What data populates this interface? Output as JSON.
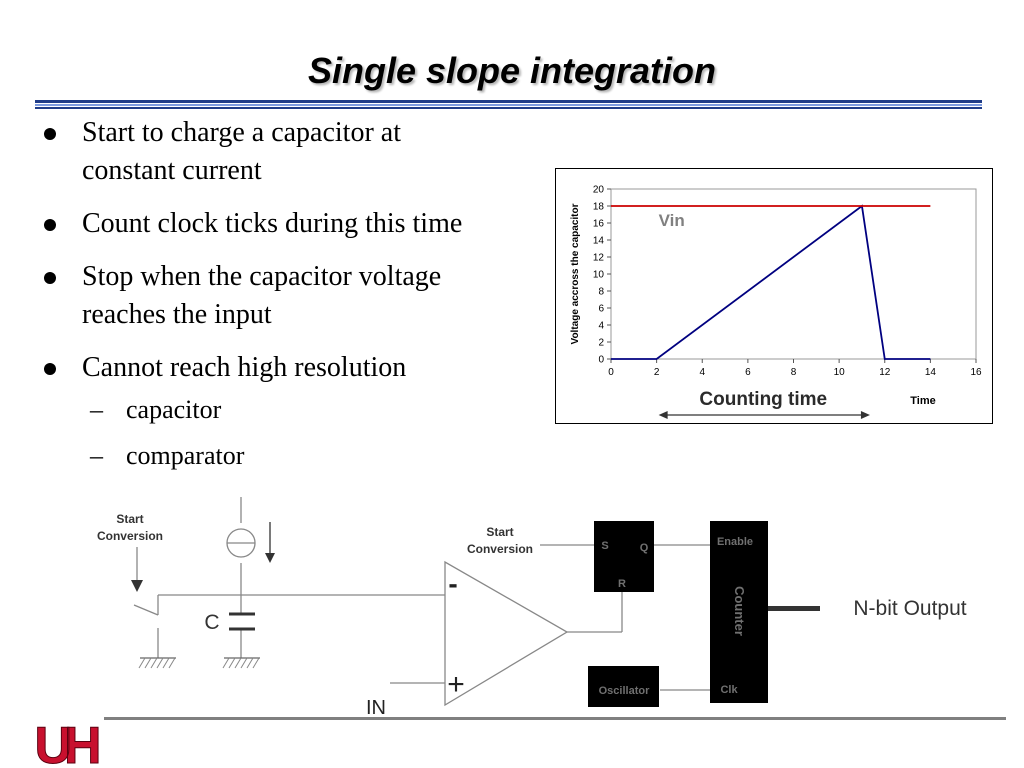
{
  "slide": {
    "title": "Single slope integration",
    "bullets": [
      {
        "text": "Start to charge a capacitor at constant current",
        "lines": [
          "Start to charge a capacitor at",
          "constant current"
        ]
      },
      {
        "text": "Count clock ticks during this time",
        "lines": [
          "Count clock ticks during this time"
        ]
      },
      {
        "text": "Stop when the capacitor voltage reaches the input",
        "lines": [
          "Stop when the capacitor voltage",
          "reaches the input"
        ]
      },
      {
        "text": "Cannot reach high resolution",
        "lines": [
          "Cannot reach high resolution"
        ],
        "sub": [
          "capacitor",
          "comparator"
        ]
      }
    ],
    "dash": "–"
  },
  "chart_data": {
    "type": "line",
    "xlabel": "Time",
    "ylabel": "Voltage accross the capacitor",
    "xlim": [
      0,
      16
    ],
    "ylim": [
      0,
      20
    ],
    "xticks": [
      0,
      2,
      4,
      6,
      8,
      10,
      12,
      14,
      16
    ],
    "yticks": [
      0,
      2,
      4,
      6,
      8,
      10,
      12,
      14,
      16,
      18,
      20
    ],
    "grid": false,
    "series": [
      {
        "name": "",
        "color": "#000080",
        "x": [
          0,
          2,
          11,
          12,
          14
        ],
        "y": [
          0,
          0,
          18,
          0,
          0
        ]
      },
      {
        "name": "",
        "color": "#cc0000",
        "x": [
          0,
          14
        ],
        "y": [
          18,
          18
        ]
      }
    ],
    "annotations": {
      "vin_label": "Vin",
      "counting_label": "Counting time",
      "counting_range": [
        2,
        11
      ]
    }
  },
  "diagram": {
    "start_conversion_left": [
      "Start",
      "Conversion"
    ],
    "start_conversion_right": [
      "Start",
      "Conversion"
    ],
    "capacitor_label": "C",
    "minus": "-",
    "plus": "+",
    "in_label": "IN",
    "flipflop": {
      "s": "S",
      "q": "Q",
      "r": "R"
    },
    "counter": {
      "enable": "Enable",
      "name": "Counter",
      "clk": "Clk"
    },
    "oscillator": "Oscillator",
    "output": "N-bit Output"
  },
  "colors": {
    "logo_red": "#c8102e",
    "rule_blue": "#1f3c88",
    "vin_red": "#cc0000",
    "line_navy": "#000080",
    "box_fill": "#000000"
  }
}
